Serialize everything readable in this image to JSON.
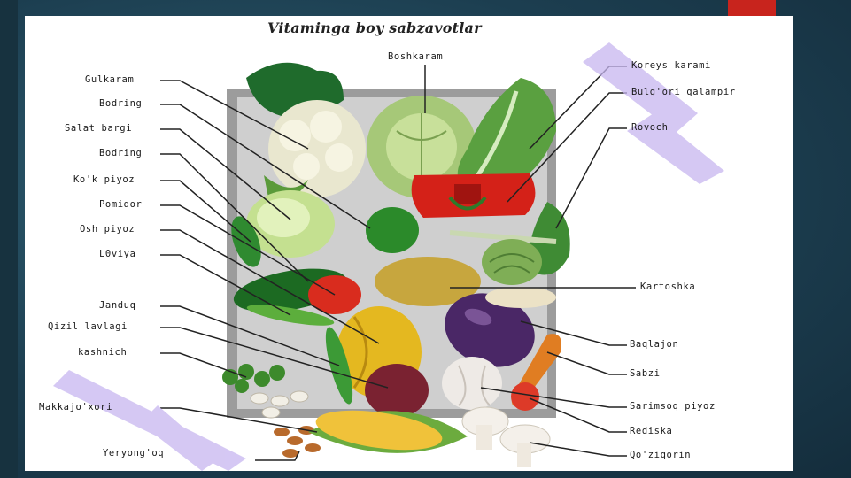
{
  "title": "Vitaminga boy sabzavotlar",
  "labels": {
    "left": [
      "Gulkaram",
      "Bodring",
      "Salat bargi",
      "Bodring",
      "Ko'k piyoz",
      "Pomidor",
      "Osh piyoz",
      "L0viya",
      "Janduq",
      "Qizil lavlagi",
      "kashnich",
      "Makkajo'xori",
      "Yeryong'oq"
    ],
    "top": "Boshkaram",
    "right": [
      "Koreys karami",
      "Bulg'ori qalampir",
      "Rovoch",
      "Kartoshka",
      "Baqlajon",
      "Sabzi",
      "Sarimsoq piyoz",
      "Rediska",
      "Qo'ziqorin"
    ]
  },
  "watermark_color": "#c7b6f0"
}
